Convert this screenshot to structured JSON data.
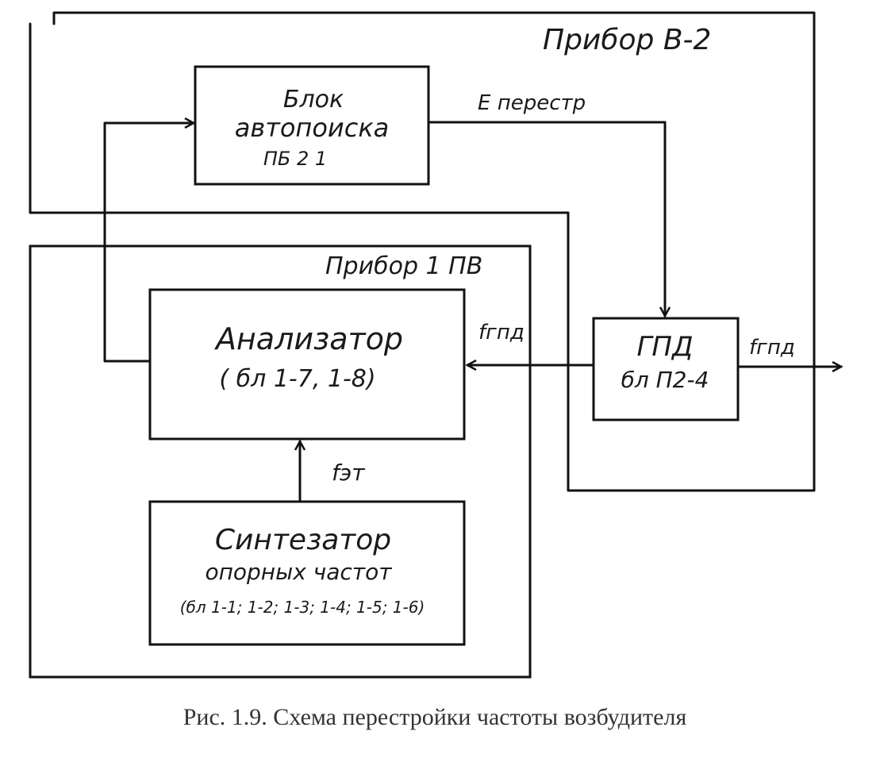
{
  "diagram": {
    "device_b2_label": "Прибор В-2",
    "device_1pv_label": "Прибор 1 ПВ",
    "autosearch": {
      "line1": "Блок",
      "line2": "автопоиска",
      "line3": "ПБ 2 1"
    },
    "retune_signal": "Е перестр",
    "analyzer": {
      "line1": "Анализатор",
      "line2": "( бл 1-7, 1-8)"
    },
    "gpd": {
      "line1": "ГПД",
      "line2": "бл П2-4"
    },
    "synth": {
      "line1": "Синтезатор",
      "line2": "опорных частот",
      "line3": "(бл 1-1; 1-2; 1-3; 1-4; 1-5; 1-6)"
    },
    "f_gpd_in": "fгпд",
    "f_gpd_out": "fгпд",
    "f_et": "fэт"
  },
  "caption": "Рис. 1.9. Схема перестройки частоты возбудителя",
  "colors": {
    "ink": "#111111",
    "paper": "#ffffff"
  }
}
